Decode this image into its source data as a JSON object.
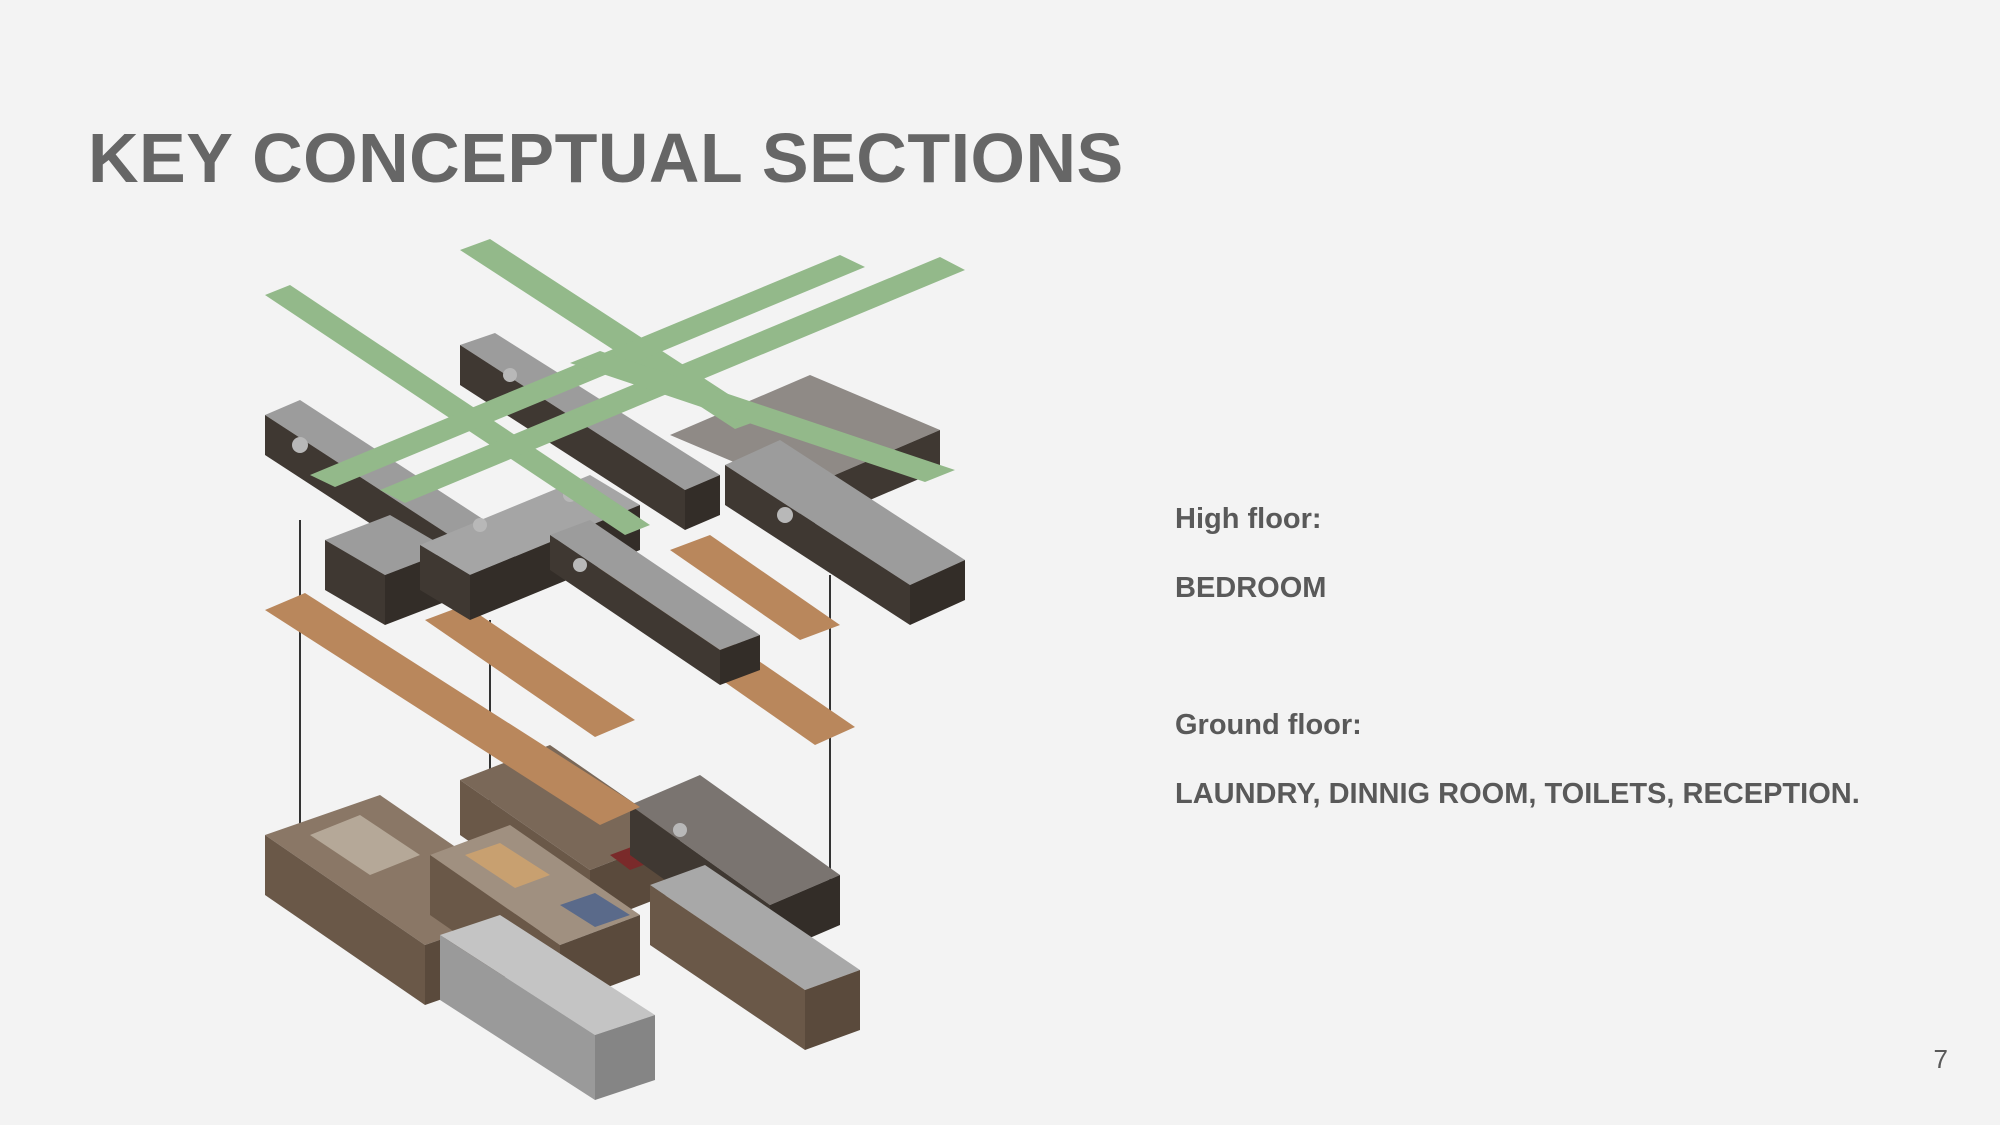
{
  "slide": {
    "title": "KEY CONCEPTUAL SECTIONS",
    "high_floor": {
      "heading": "High floor:",
      "rooms": "BEDROOM"
    },
    "ground_floor": {
      "heading": "Ground floor:",
      "rooms": "LAUNDRY, DINNIG ROOM, TOILETS, RECEPTION."
    },
    "page_number": "7"
  },
  "colors": {
    "background": "#f3f3f3",
    "text": "#595959",
    "roof_green": "#93b98a",
    "floor_wood": "#b9875c",
    "wall_dark": "#3f3832",
    "wall_brown": "#6a5848",
    "interior_gray": "#a9a9a9"
  }
}
